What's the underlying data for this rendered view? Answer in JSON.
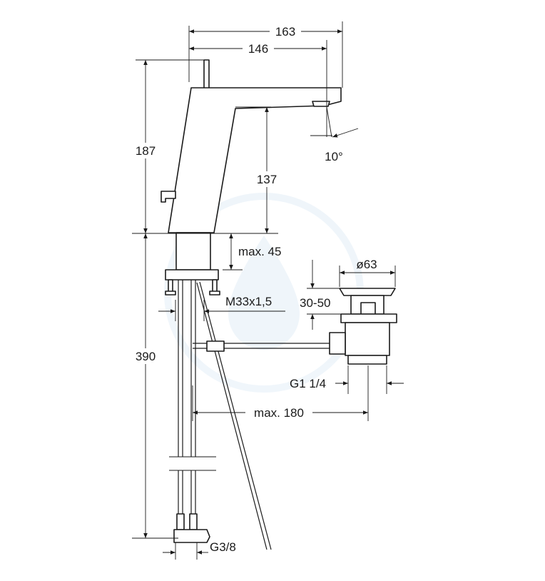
{
  "dimensions": {
    "width_total": "163",
    "width_spout": "146",
    "height_total": "187",
    "spout_height": "137",
    "angle": "10°",
    "max_thickness": "max. 45",
    "thread_mount": "M33x1,5",
    "drain_diameter": "ø63",
    "drain_range": "30-50",
    "waste_thread": "G1 1/4",
    "rod_reach": "max. 180",
    "below_height": "390",
    "hose_thread": "G3/8"
  },
  "colors": {
    "line": "#1a1a1a",
    "background": "#ffffff",
    "watermark": "#e3eef7"
  }
}
